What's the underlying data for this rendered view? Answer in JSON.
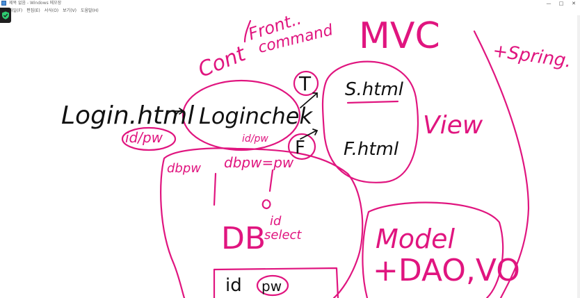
{
  "window": {
    "title": "제목 없음 - Windows 메모장",
    "controls": {
      "minimize": "—",
      "maximize": "□",
      "close": "✕"
    }
  },
  "menu": [
    "파일(F)",
    "편집(E)",
    "서식(O)",
    "보기(V)",
    "도움말(H)"
  ],
  "colors": {
    "ink_pink": "#e0157f",
    "ink_black": "#111111",
    "shield_bg": "#1f1f1f",
    "shield_icon": "#2ecc71"
  },
  "icons": {
    "app": "notepad-icon",
    "overlay": "shield-check-icon"
  },
  "sketch": {
    "front": "Front..",
    "command": "command",
    "cont": "Cont",
    "mvc": "MVC",
    "spring": "+Spring.",
    "login_html": "Login.html",
    "arrow": "→",
    "login_check": "Loginchek",
    "id_pw": "id/pw",
    "id_pw_small": "id/pw",
    "t_label": "T",
    "f_label": "F",
    "s_html": "S.html",
    "f_html": "F.html",
    "view": "View",
    "dbpw_left": "dbpw",
    "dbpw_eq": "dbpw=pw",
    "db": "DB",
    "id_select_1": "id",
    "id_select_2": "select",
    "model": "Model",
    "dao_vo": "+DAO,VO",
    "id_bottom": "id",
    "pw_bottom": "pw"
  }
}
